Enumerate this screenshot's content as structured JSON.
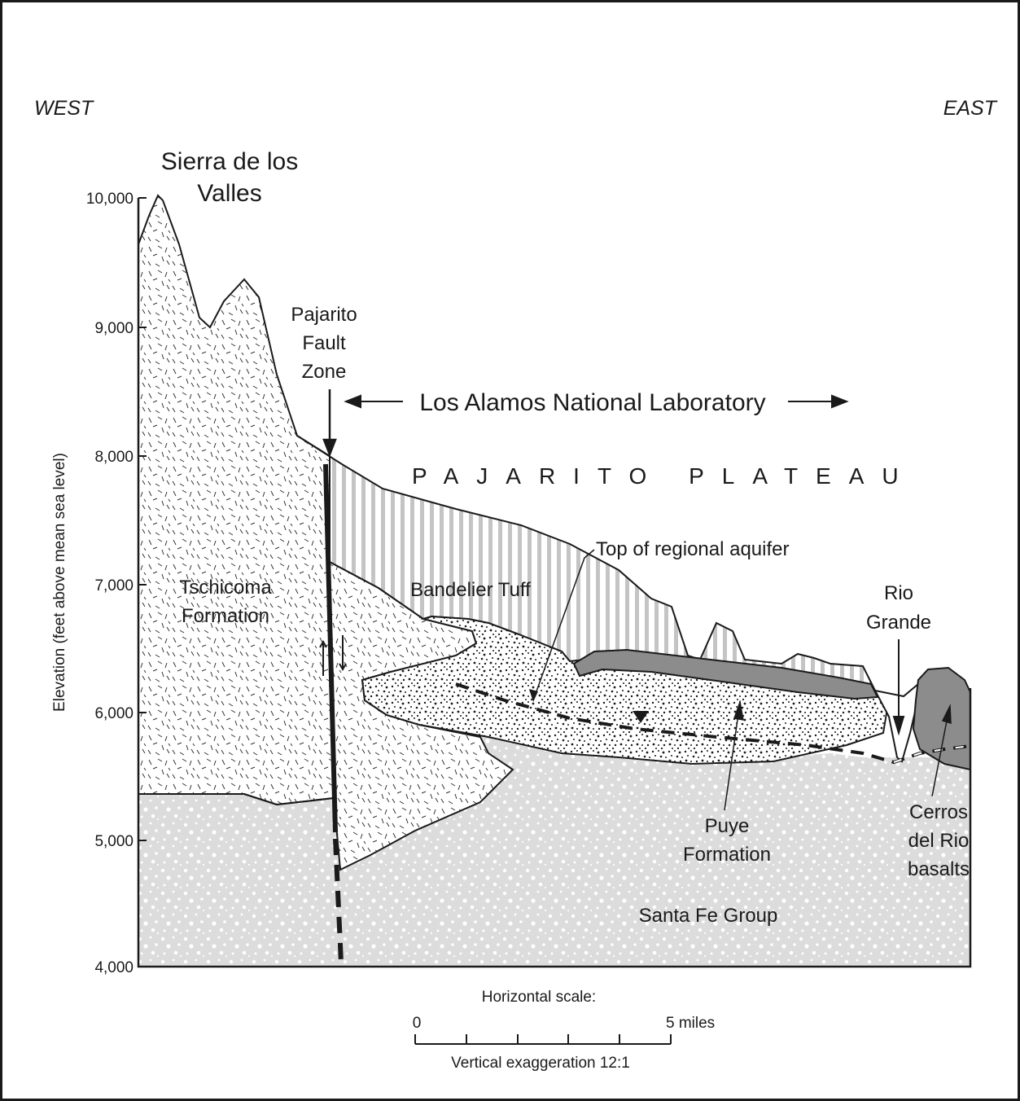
{
  "directions": {
    "west": "WEST",
    "east": "EAST"
  },
  "peak_label": [
    "Sierra de los",
    "Valles"
  ],
  "fault_label": [
    "Pajarito",
    "Fault",
    "Zone"
  ],
  "lab_label": "Los Alamos National Laboratory",
  "plateau_label": "PAJARITO PLATEAU",
  "aquifer_label": "Top of regional aquifer",
  "formations": {
    "tschicoma": [
      "Tschicoma",
      "Formation"
    ],
    "bandelier": "Bandelier Tuff",
    "puye": [
      "Puye",
      "Formation"
    ],
    "santa_fe": "Santa Fe Group",
    "cerros": [
      "Cerros",
      "del Rio",
      "basalts"
    ]
  },
  "rio_grande": [
    "Rio",
    "Grande"
  ],
  "y_axis": {
    "label": "Elevation (feet above mean sea level)",
    "ticks": [
      "10,000",
      "9,000",
      "8,000",
      "7,000",
      "6,000",
      "5,000",
      "4,000"
    ]
  },
  "scale": {
    "title": "Horizontal scale:",
    "start": "0",
    "end": "5 miles",
    "exaggeration": "Vertical exaggeration 12:1"
  },
  "colors": {
    "santa_fe": "#dcdcdc",
    "bandelier_stripe": "#c4c4c4",
    "basalt": "#8c8c8c",
    "line": "#1a1a1a"
  }
}
